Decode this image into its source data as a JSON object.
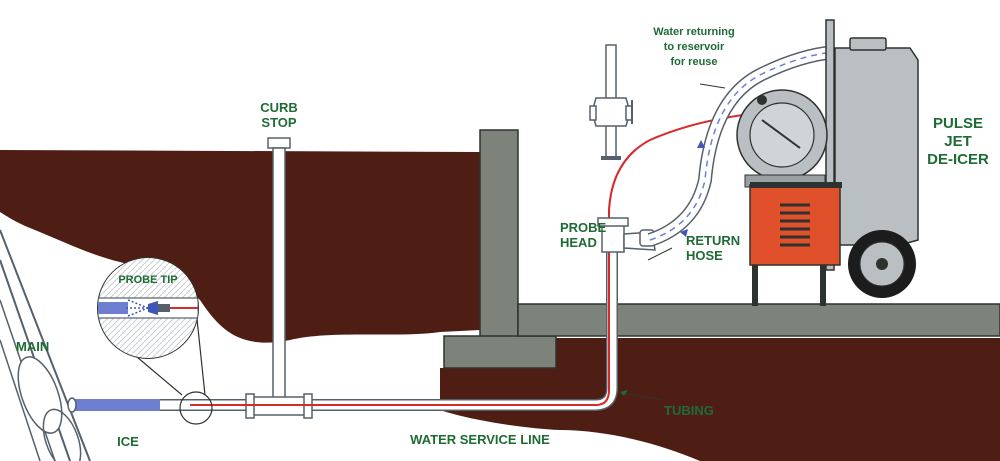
{
  "labels": {
    "curb_stop_1": "CURB",
    "curb_stop_2": "STOP",
    "probe_tip": "PROBE TIP",
    "main": "MAIN",
    "ice": "ICE",
    "water_service_line": "WATER SERVICE LINE",
    "tubing": "TUBING",
    "probe_head_1": "PROBE",
    "probe_head_2": "HEAD",
    "return_hose_1": "RETURN",
    "return_hose_2": "HOSE",
    "water_returning_1": "Water returning",
    "water_returning_2": "to reservoir",
    "water_returning_3": "for reuse",
    "pulse_jet_1": "PULSE",
    "pulse_jet_2": "JET",
    "pulse_jet_3": "DE-ICER"
  },
  "colors": {
    "soil": "#4e1e14",
    "concrete": "#7d837b",
    "concrete_dark": "#5f655d",
    "pipe_outline": "#55606a",
    "probe_line": "#d62b2b",
    "ice": "#6f7fd0",
    "label": "#1f6b35",
    "machine_body": "#b9bfc2",
    "machine_red": "#e0502a",
    "tire": "#1c1c1c"
  },
  "icons": [
    "valve-icon",
    "gate-valve-icon",
    "reel-icon",
    "wheel-icon",
    "pulse-jet-machine-icon"
  ]
}
